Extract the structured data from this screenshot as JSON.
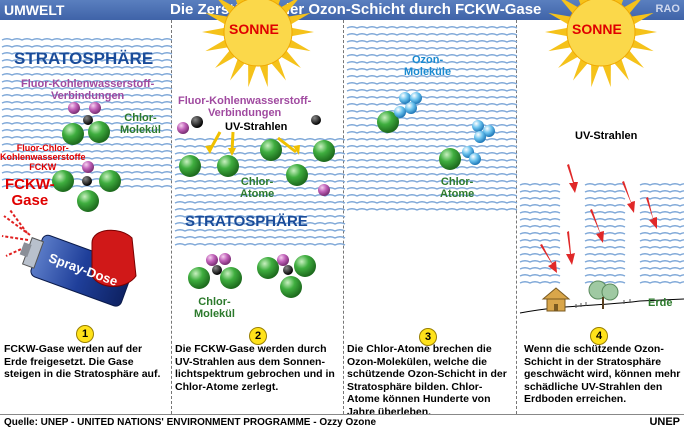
{
  "header": {
    "category": "UMWELT",
    "title": "Die Zerstörung der Ozon-Schicht durch FCKW-Gase",
    "brand": "RAO"
  },
  "panel1": {
    "stratosphere": "STRATOSPHÄRE",
    "fluor_line1": "Fluor-Kohlenwasserstoff-",
    "fluor_line2": "Verbindungen",
    "chlor_molekul_line1": "Chlor-",
    "chlor_molekul_line2": "Molekül",
    "fcc_line1": "Fluor-Chlor-",
    "fcc_line2": "Kohlenwasserstoffe",
    "fcc_line3": "FCKW",
    "fckw_line1": "FCKW-",
    "fckw_line2": "Gase",
    "spray": "Spray-Dose",
    "number": "1",
    "caption": "FCKW-Gase werden auf der Erde freigesetzt. Die Gase steigen in die Stratosphäre auf."
  },
  "panel2": {
    "sun": "SONNE",
    "fluor_line1": "Fluor-Kohlenwasserstoff-",
    "fluor_line2": "Verbindungen",
    "uv": "UV-Strahlen",
    "chlor_atome_line1": "Chlor-",
    "chlor_atome_line2": "Atome",
    "stratosphere": "STRATOSPHÄRE",
    "chlor_molekul_line1": "Chlor-",
    "chlor_molekul_line2": "Molekül",
    "number": "2",
    "caption": "Die FCKW-Gase werden durch UV-Strahlen aus dem Sonnen-lichtspektrum gebrochen und in Chlor-Atome zerlegt."
  },
  "panel3": {
    "ozon_line1": "Ozon-",
    "ozon_line2": "Moleküle",
    "chlor_atome_line1": "Chlor-",
    "chlor_atome_line2": "Atome",
    "number": "3",
    "caption": "Die Chlor-Atome brechen die Ozon-Molekülen, welche die schützende Ozon-Schicht in der Stratosphäre bilden. Chlor-Atome können Hunderte von Jahre überleben."
  },
  "panel4": {
    "sun": "SONNE",
    "uv": "UV-Strahlen",
    "erde": "Erde",
    "number": "4",
    "caption": "Wenn die schützende Ozon-Schicht in der Stratosphäre geschwächt wird, können mehr schädliche UV-Strahlen den Erdboden erreichen."
  },
  "footer": {
    "source": "Quelle: UNEP -  UNITED NATIONS' ENVIRONMENT PROGRAMME - Ozzy Ozone",
    "org": "UNEP"
  },
  "colors": {
    "header_bg": "#4a6fb3",
    "wave": "#7fa8d8",
    "chlorine": "#3aa83a",
    "fluorine": "#c060b8",
    "oxygen": "#5ab4e6",
    "red_label": "#e00000",
    "green_label": "#2c7a2c",
    "blue_label": "#1a4c9a",
    "sun": "#f7c21b",
    "uv_arrow": "#e03030"
  }
}
